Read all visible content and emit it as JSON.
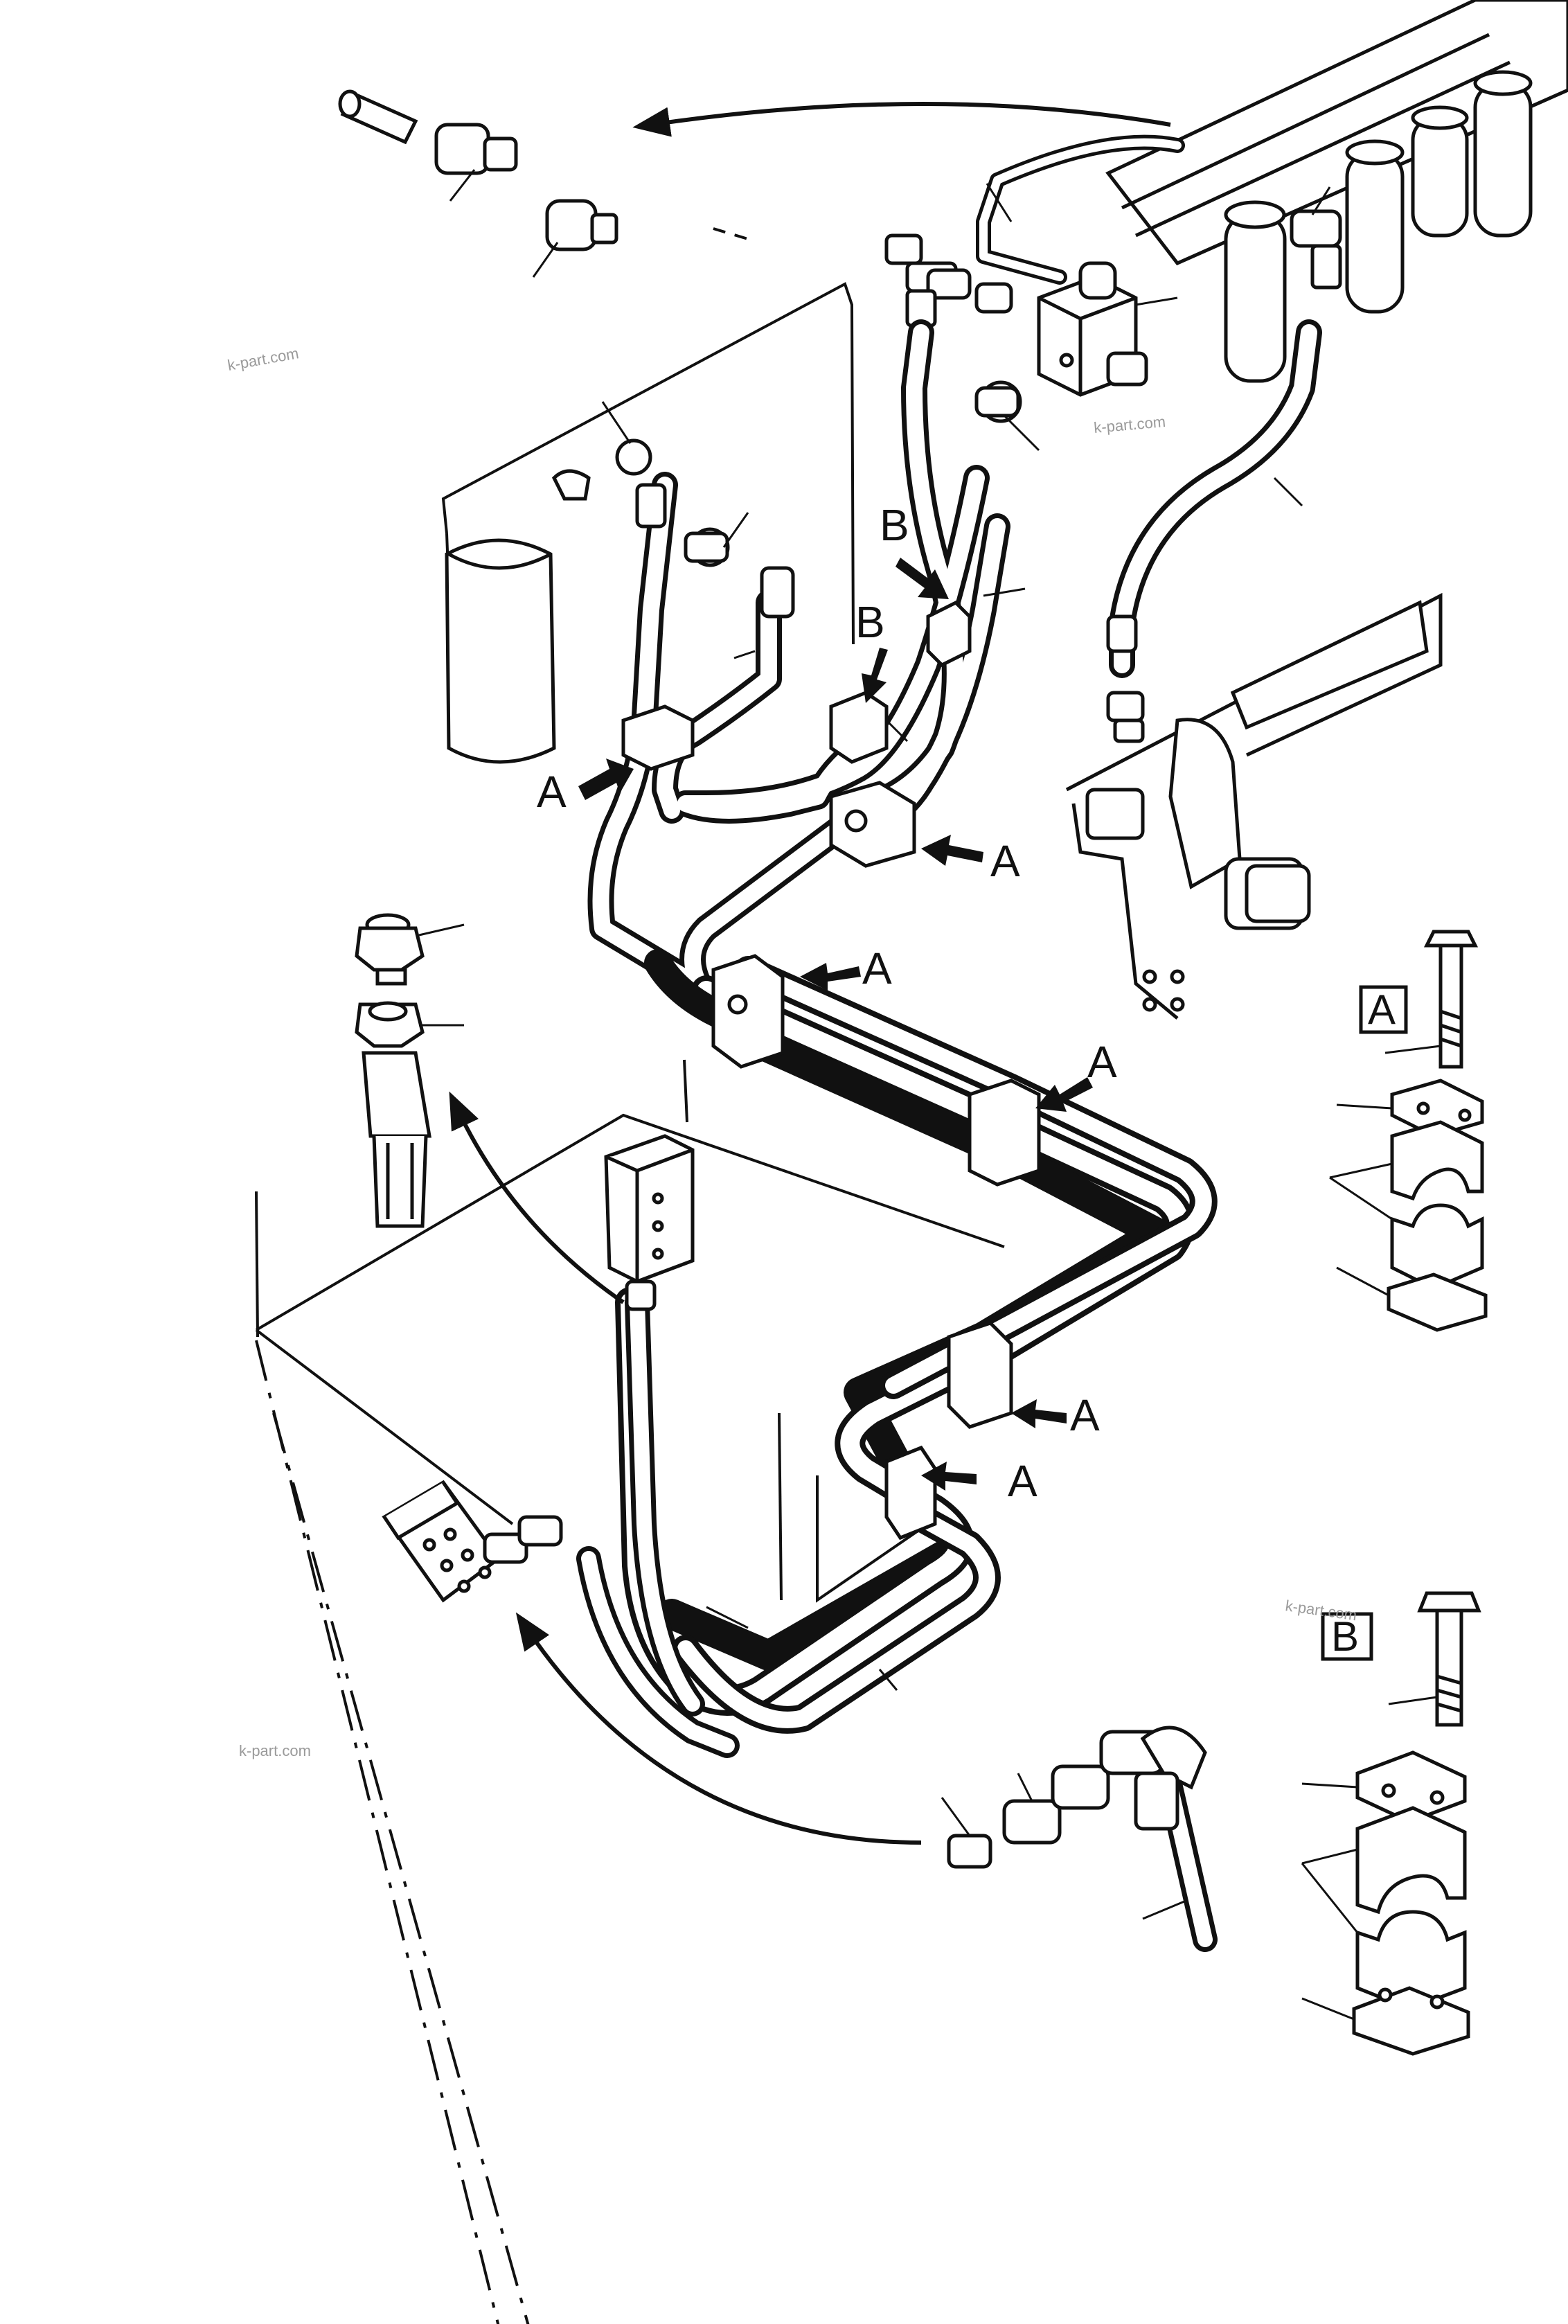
{
  "callouts": {
    "a1": "A",
    "a2": "A",
    "a3": "A",
    "a4": "A",
    "a5": "A",
    "a6": "A",
    "b1": "B",
    "b2": "B"
  },
  "detail_boxes": {
    "a": "A",
    "b": "B"
  },
  "watermarks": {
    "w1": "k-part.com",
    "w2": "k-part.com",
    "w3": "k-part.com",
    "w4": "k-part.com"
  },
  "colors": {
    "ink": "#111111",
    "paper": "#ffffff",
    "watermark": "#9a9a9a"
  },
  "icons": {
    "callout_arrow": "arrow-right-icon",
    "clamp_bolt": "bolt-icon"
  }
}
